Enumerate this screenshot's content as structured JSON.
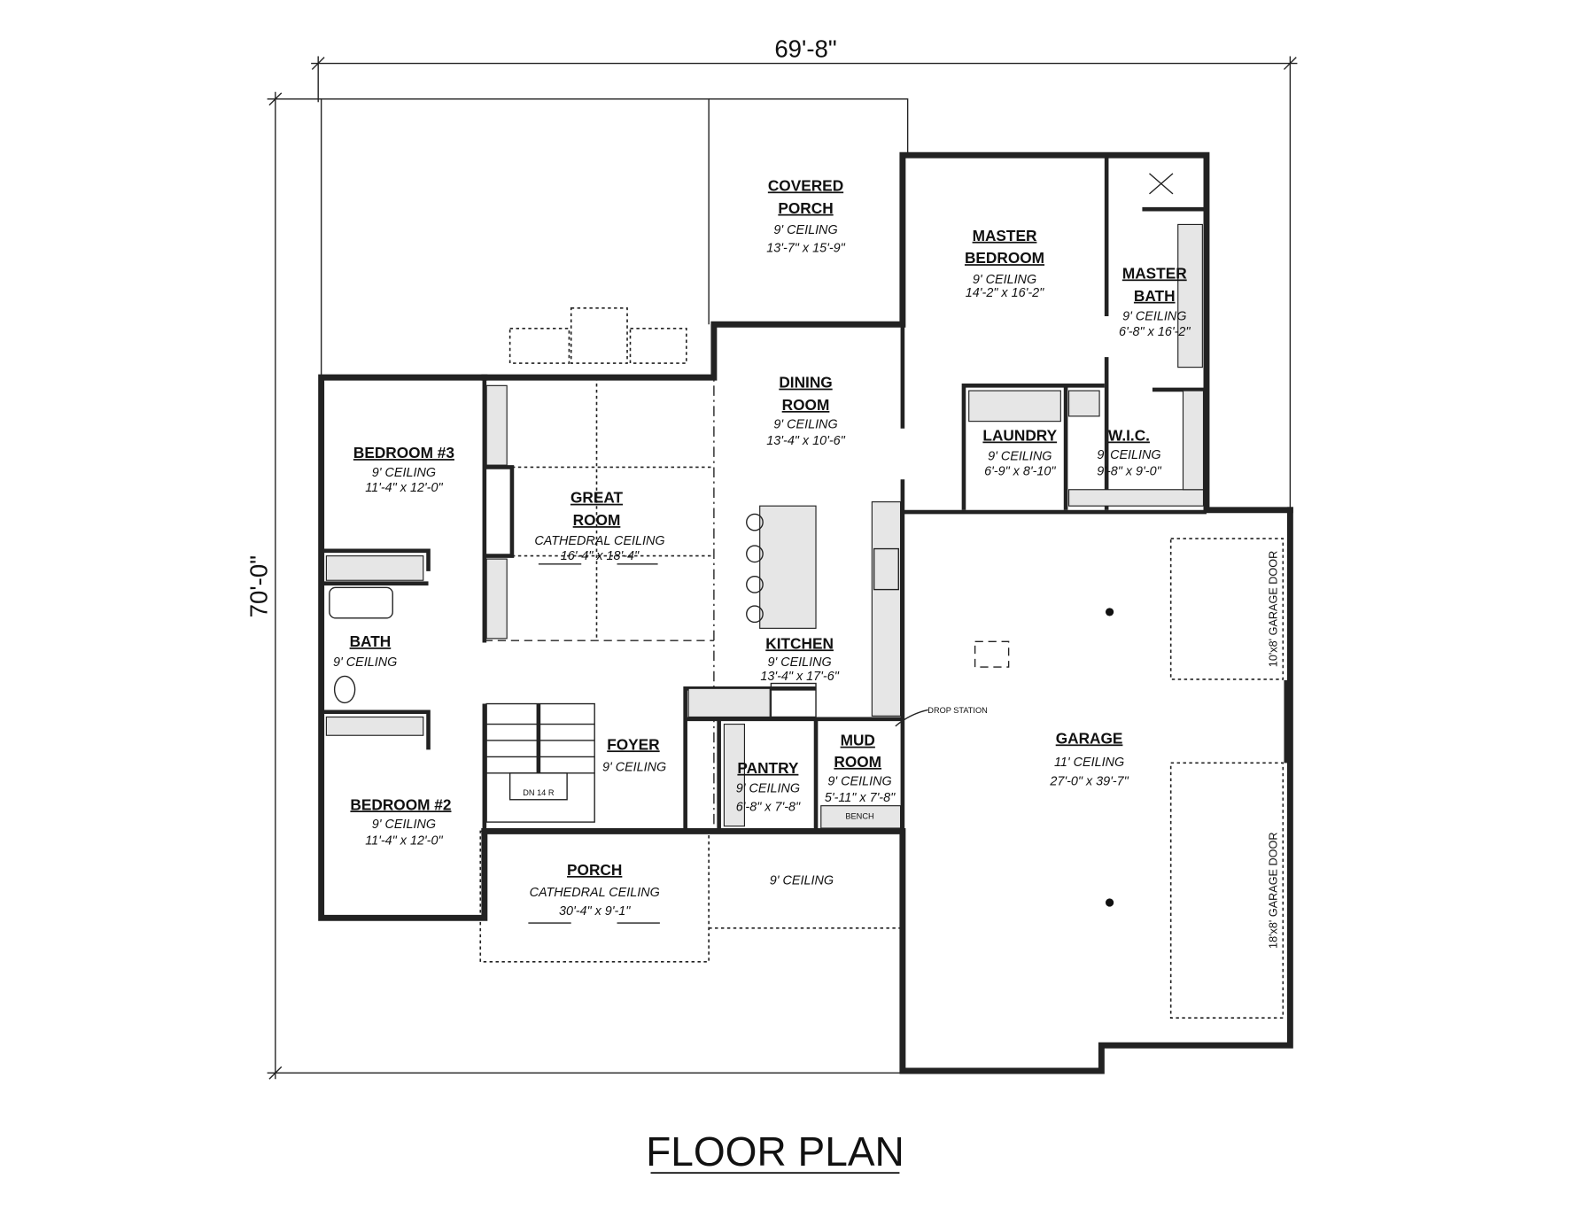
{
  "dimensions": {
    "width": "69'-8\"",
    "depth": "70'-0\""
  },
  "title": "FLOOR PLAN",
  "rooms": {
    "covered_porch": {
      "name1": "COVERED",
      "name2": "PORCH",
      "ceiling": "9' CEILING",
      "size": "13'-7\" x 15'-9\""
    },
    "master_bedroom": {
      "name1": "MASTER",
      "name2": "BEDROOM",
      "ceiling": "9' CEILING",
      "size": "14'-2\" x 16'-2\""
    },
    "master_bath": {
      "name1": "MASTER",
      "name2": "BATH",
      "ceiling": "9' CEILING",
      "size": "6'-8\" x 16'-2\""
    },
    "dining_room": {
      "name1": "DINING",
      "name2": "ROOM",
      "ceiling": "9' CEILING",
      "size": "13'-4\" x 10'-6\""
    },
    "laundry": {
      "name": "LAUNDRY",
      "ceiling": "9' CEILING",
      "size": "6'-9\" x 8'-10\""
    },
    "wic": {
      "name": "W.I.C.",
      "ceiling": "9' CEILING",
      "size": "9'-8\" x 9'-0\""
    },
    "bedroom3": {
      "name": "BEDROOM #3",
      "ceiling": "9' CEILING",
      "size": "11'-4\" x 12'-0\""
    },
    "great_room": {
      "name1": "GREAT",
      "name2": "ROOM",
      "ceiling": "CATHEDRAL CEILING",
      "size": "16'-4\" x 18'-4\""
    },
    "bath": {
      "name": "BATH",
      "ceiling": "9' CEILING"
    },
    "kitchen": {
      "name": "KITCHEN",
      "ceiling": "9' CEILING",
      "size": "13'-4\" x 17'-6\""
    },
    "foyer": {
      "name": "FOYER",
      "ceiling": "9' CEILING"
    },
    "pantry": {
      "name": "PANTRY",
      "ceiling": "9' CEILING",
      "size": "6'-8\" x 7'-8\""
    },
    "mud_room": {
      "name1": "MUD",
      "name2": "ROOM",
      "ceiling": "9' CEILING",
      "size": "5'-11\" x 7'-8\""
    },
    "garage": {
      "name": "GARAGE",
      "ceiling": "11' CEILING",
      "size": "27'-0\" x 39'-7\""
    },
    "bedroom2": {
      "name": "BEDROOM #2",
      "ceiling": "9' CEILING",
      "size": "11'-4\" x 12'-0\""
    },
    "porch": {
      "name": "PORCH",
      "ceiling": "CATHEDRAL CEILING",
      "size": "30'-4\" x 9'-1\""
    },
    "front_area": {
      "ceiling": "9' CEILING"
    }
  },
  "annotations": {
    "bench": "BENCH",
    "drop_station": "DROP STATION",
    "stairs": "DN 14 R",
    "garage_door_small": "10'x8' GARAGE DOOR",
    "garage_door_large": "18'x8' GARAGE DOOR"
  }
}
